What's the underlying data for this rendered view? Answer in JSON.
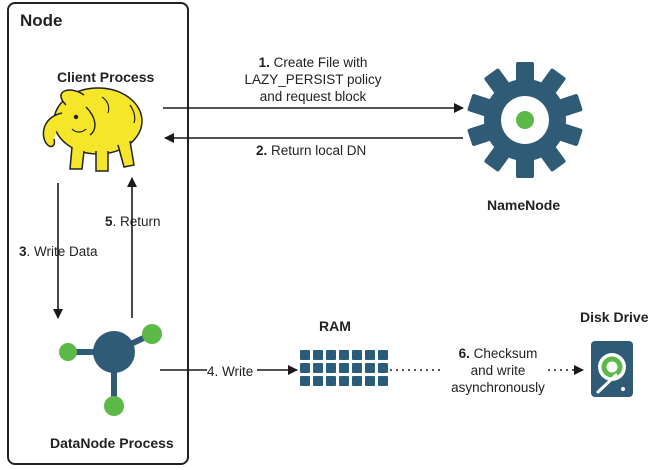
{
  "node": {
    "title": "Node"
  },
  "client": {
    "label": "Client Process"
  },
  "datanode": {
    "label": "DataNode Process"
  },
  "namenode": {
    "label": "NameNode"
  },
  "ram": {
    "label": "RAM"
  },
  "disk": {
    "label": "Disk Drive"
  },
  "steps": {
    "s1": {
      "num": "1.",
      "line1": " Create File with",
      "line2": "LAZY_PERSIST policy",
      "line3": "and request block"
    },
    "s2": {
      "num": "2.",
      "text": " Return local DN"
    },
    "s3": {
      "num": "3",
      "text": ". Write Data"
    },
    "s4": {
      "text": "4. Write"
    },
    "s5": {
      "num": "5",
      "text": ". Return"
    },
    "s6": {
      "num": "6.",
      "line1": " Checksum",
      "line2": "and write",
      "line3": "asynchronously"
    }
  },
  "colors": {
    "gear": "#2f5b77",
    "green": "#5cb947",
    "elephant": "#f5e62a",
    "ram_block": "#2b5d7b",
    "arrow": "#1a1a1a"
  }
}
